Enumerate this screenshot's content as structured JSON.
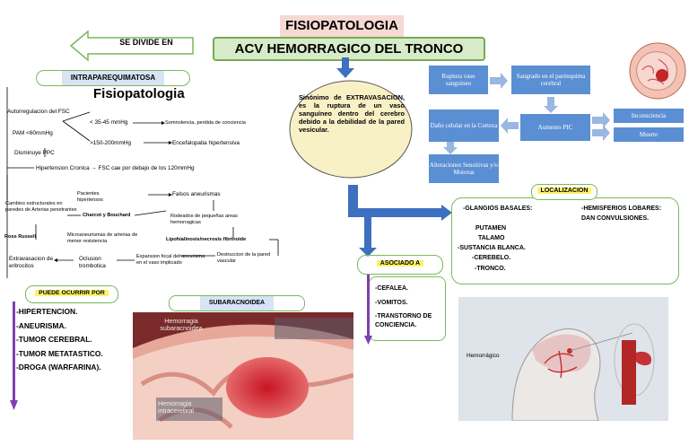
{
  "header": {
    "title": "FISIOPATOLOGIA",
    "main_title": "ACV HEMORRAGICO DEL TRONCO",
    "divide_label": "SE DIVIDE EN"
  },
  "intraparenquimatosa": {
    "label": "INTRAPAREQUIMATOSA",
    "heading": "Fisiopatologia",
    "autoreg": "Autorregulacion del FSC",
    "pam": "PAM <60mmHg",
    "dismin": "Disminuye PPC",
    "r1": "< 35-45 mmHg",
    "r1_result": "Somnolencia, perdida de conciencia",
    "r2": ">150-200mmHg",
    "r2_result": "Encefalopatia hipertensiva",
    "hta": "Hipertension Cronica → FSC cae por debajo de los 120mmHg",
    "cambios": "Cambios estructurales en paredes de Arterias penetrantes",
    "pacientes": "Pacientes hipertensos",
    "charcot": "Charcot y Bouchard",
    "falsos": "Falsos aneurismas",
    "rodeados": "Rodeados de pequeñas areas hemorragicas",
    "lipo": "Lipohialinosis/necrosis fibrinoide",
    "ross": "Ross Russell",
    "micro": "Microaneurismas de arterias de menor resistencia",
    "destruccion": "Destruccion de la pared vascular",
    "expansion": "Expansion focal del aneurisma en el vaso implicado",
    "oclusion": "Oclusion trombotica",
    "extravasacion": "Extravasacion de eritrocitos"
  },
  "sinonimo": {
    "text": "Sinónimo de EXTRAVASACION, es la ruptura de un vaso sanguíneo dentro del cerebro debido a la debilidad de la pared vesicular."
  },
  "flow": {
    "ruptura": "Ruptura vaso sanguíneo",
    "sangrado": "Sangrado en el parénquima cerebral",
    "aumento": "Aumento PIC",
    "dano": "Daño celular en la Corteza",
    "inconsciencia": "Inconsciencia",
    "muerte": "Muerte",
    "alteraciones": "Alteraciones Sensitivas y/o Motoras"
  },
  "localizacion": {
    "label": "LOCALIZACION",
    "left": [
      "-GLANGIOS BASALES:",
      "PUTAMEN",
      "TALAMO",
      "-SUSTANCIA BLANCA.",
      "-CEREBELO.",
      "-TRONCO."
    ],
    "right": [
      "-HEMISFERIOS LOBARES:",
      "DAN CONVULSIONES."
    ]
  },
  "asociado": {
    "label": "ASOCIADO A",
    "items": [
      "-CEFALEA.",
      "-VOMITOS.",
      "-TRANSTORNO DE CONCIENCIA."
    ]
  },
  "puede": {
    "label": "PUEDE OCURRIR POR",
    "items": [
      "-HIPERTENCION.",
      "-ANEURISMA.",
      "-TUMOR CEREBRAL.",
      "-TUMOR METATASTICO.",
      "-DROGA (WARFARINA)."
    ]
  },
  "subaracnoidea": {
    "label": "SUBARACNOIDEA",
    "img_label_1": "Hemorragia subaracnoidea",
    "img_label_2": "Hemorragia intracerebral",
    "img2_label": "Hemorrágico"
  },
  "colors": {
    "accent_green": "#7cb75b",
    "flow_blue": "#5b8fd3",
    "connector_blue": "#3e70c0",
    "purple": "#7e3fb0",
    "highlight_yellow": "#fcf36a"
  }
}
